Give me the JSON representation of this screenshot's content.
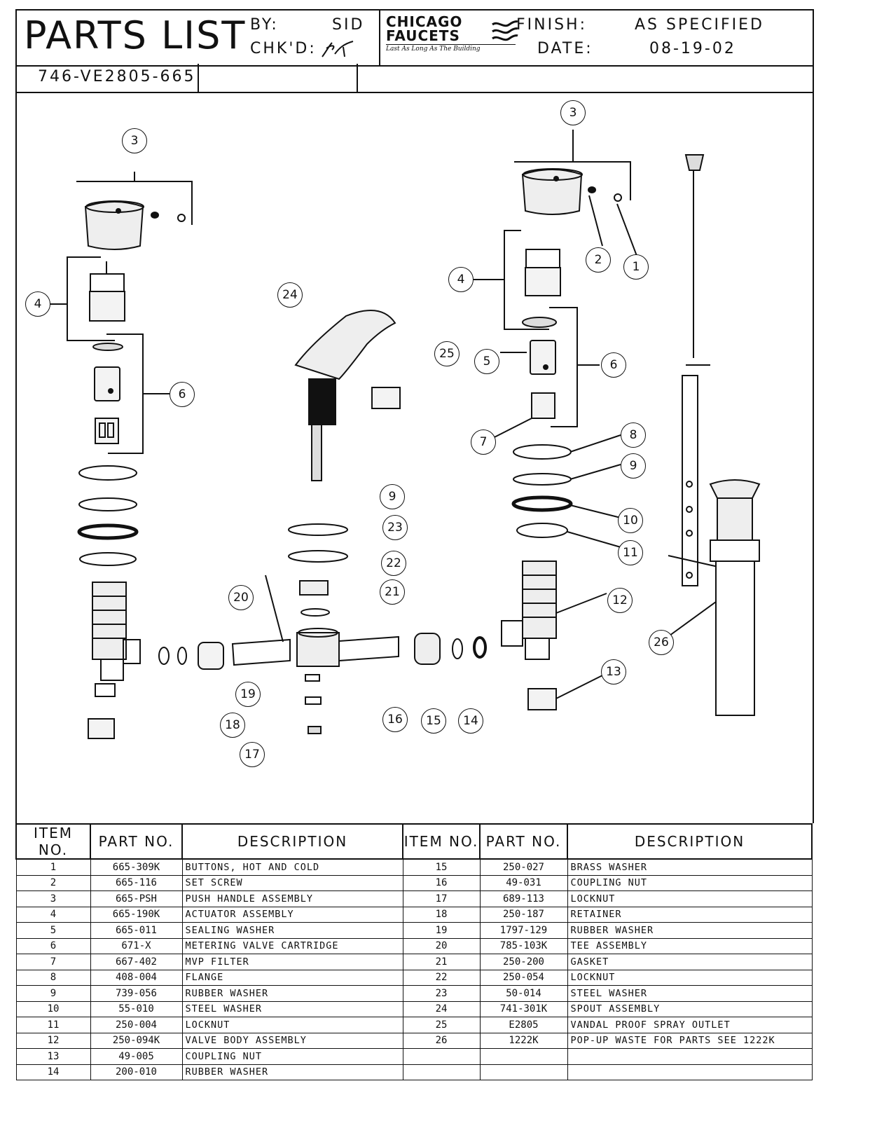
{
  "header": {
    "title": "PARTS LIST",
    "by_label": "BY:",
    "by_value": "SID",
    "chkd_label": "CHK'D:",
    "chkd_signature": "RJ",
    "logo_line1": "CHICAGO",
    "logo_line2": "FAUCETS",
    "logo_tagline": "Last As Long As The Building",
    "finish_label": "FINISH:",
    "finish_value": "AS SPECIFIED",
    "date_label": "DATE:",
    "date_value": "08-19-02",
    "model_number": "746-VE2805-665"
  },
  "balloons": [
    "3",
    "3",
    "4",
    "4",
    "6",
    "6",
    "24",
    "25",
    "5",
    "2",
    "1",
    "7",
    "8",
    "9",
    "9",
    "10",
    "23",
    "22",
    "11",
    "21",
    "20",
    "12",
    "26",
    "19",
    "13",
    "18",
    "16",
    "15",
    "14",
    "17"
  ],
  "table": {
    "headers": {
      "item_no": "ITEM NO.",
      "part_no": "PART NO.",
      "description": "DESCRIPTION"
    },
    "left": [
      {
        "item": "1",
        "part": "665-309K",
        "desc": "BUTTONS, HOT AND COLD"
      },
      {
        "item": "2",
        "part": "665-116",
        "desc": "SET SCREW"
      },
      {
        "item": "3",
        "part": "665-PSH",
        "desc": "PUSH HANDLE ASSEMBLY"
      },
      {
        "item": "4",
        "part": "665-190K",
        "desc": "ACTUATOR ASSEMBLY"
      },
      {
        "item": "5",
        "part": "665-011",
        "desc": "SEALING WASHER"
      },
      {
        "item": "6",
        "part": "671-X",
        "desc": "METERING VALVE CARTRIDGE"
      },
      {
        "item": "7",
        "part": "667-402",
        "desc": "MVP FILTER"
      },
      {
        "item": "8",
        "part": "408-004",
        "desc": "FLANGE"
      },
      {
        "item": "9",
        "part": "739-056",
        "desc": "RUBBER WASHER"
      },
      {
        "item": "10",
        "part": "55-010",
        "desc": "STEEL WASHER"
      },
      {
        "item": "11",
        "part": "250-004",
        "desc": "LOCKNUT"
      },
      {
        "item": "12",
        "part": "250-094K",
        "desc": "VALVE BODY ASSEMBLY"
      },
      {
        "item": "13",
        "part": "49-005",
        "desc": "COUPLING NUT"
      },
      {
        "item": "14",
        "part": "200-010",
        "desc": "RUBBER WASHER"
      }
    ],
    "right": [
      {
        "item": "15",
        "part": "250-027",
        "desc": "BRASS WASHER"
      },
      {
        "item": "16",
        "part": "49-031",
        "desc": "COUPLING NUT"
      },
      {
        "item": "17",
        "part": "689-113",
        "desc": "LOCKNUT"
      },
      {
        "item": "18",
        "part": "250-187",
        "desc": "RETAINER"
      },
      {
        "item": "19",
        "part": "1797-129",
        "desc": "RUBBER WASHER"
      },
      {
        "item": "20",
        "part": "785-103K",
        "desc": "TEE ASSEMBLY"
      },
      {
        "item": "21",
        "part": "250-200",
        "desc": "GASKET"
      },
      {
        "item": "22",
        "part": "250-054",
        "desc": "LOCKNUT"
      },
      {
        "item": "23",
        "part": "50-014",
        "desc": "STEEL WASHER"
      },
      {
        "item": "24",
        "part": "741-301K",
        "desc": "SPOUT ASSEMBLY"
      },
      {
        "item": "25",
        "part": "E2805",
        "desc": "VANDAL PROOF SPRAY OUTLET"
      },
      {
        "item": "26",
        "part": "1222K",
        "desc": "POP-UP WASTE FOR PARTS SEE 1222K"
      },
      {
        "item": "",
        "part": "",
        "desc": ""
      },
      {
        "item": "",
        "part": "",
        "desc": ""
      }
    ]
  }
}
